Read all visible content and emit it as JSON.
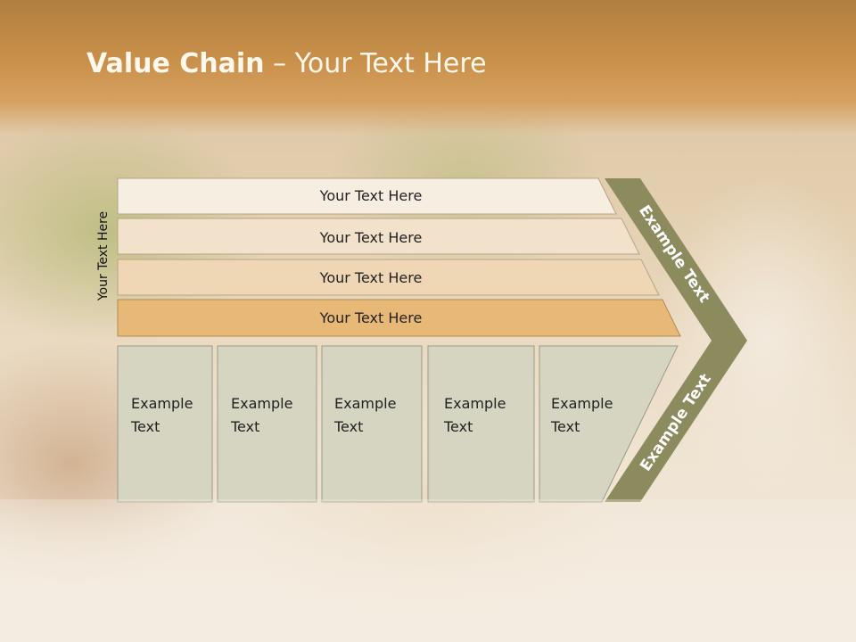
{
  "slide": {
    "title_bold": "Value Chain",
    "title_rest": " – Your Text Here",
    "vertical_label": "Your Text Here"
  },
  "support_bars": [
    {
      "label": "Your Text Here",
      "color": "#f7eee2"
    },
    {
      "label": "Your Text Here",
      "color": "#f2e2cb"
    },
    {
      "label": "Your Text Here",
      "color": "#efd7b6"
    },
    {
      "label": "Your Text Here",
      "color": "#e8b877"
    }
  ],
  "primary_boxes": [
    {
      "line1": "Example",
      "line2": "Text"
    },
    {
      "line1": "Example",
      "line2": "Text"
    },
    {
      "line1": "Example",
      "line2": "Text"
    },
    {
      "line1": "Example",
      "line2": "Text"
    },
    {
      "line1": "Example",
      "line2": "Text"
    }
  ],
  "arrow": {
    "upper_label": "Example Text",
    "lower_label": "Example Text",
    "color": "#8c8b5e",
    "box_color": "#d5d5c2"
  }
}
